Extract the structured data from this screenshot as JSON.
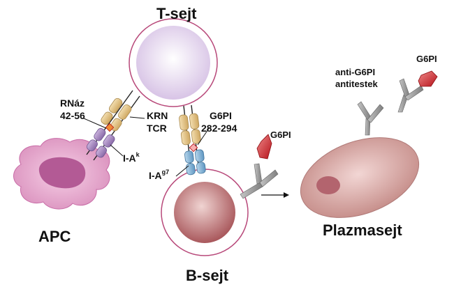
{
  "labels": {
    "t_cell": "T-sejt",
    "b_cell": "B-sejt",
    "apc": "APC",
    "plasma_cell": "Plazmasejt",
    "rnase_line1": "RNáz",
    "rnase_line2": "42-56",
    "krn_tcr_line1": "KRN",
    "krn_tcr_line2": "TCR",
    "g6pi_peptide_line1": "G6PI",
    "g6pi_peptide_line2": "282-294",
    "iak_base": "I-A",
    "iak_sup": "k",
    "iag7_base": "I-A",
    "iag7_sup": "g7",
    "g6pi_bcr": "G6PI",
    "antibodies_line1": "anti-G6PI",
    "antibodies_line2": "antitestek",
    "g6pi_free": "G6PI"
  },
  "colors": {
    "membrane": "#b8497a",
    "t_cell_fill": "#e4d6ee",
    "b_cell_fill": "#c78788",
    "apc_fill": "#e9a7cf",
    "apc_nucleus": "#b35a95",
    "plasma_fill": "#d3a09d",
    "plasma_nucleus": "#b3646e",
    "tcr": "#e6c98e",
    "mhc_apc": "#a98bc1",
    "mhc_b": "#7fb3d6",
    "antigen": "#d61f25",
    "antibody": "#9b9b9b"
  }
}
